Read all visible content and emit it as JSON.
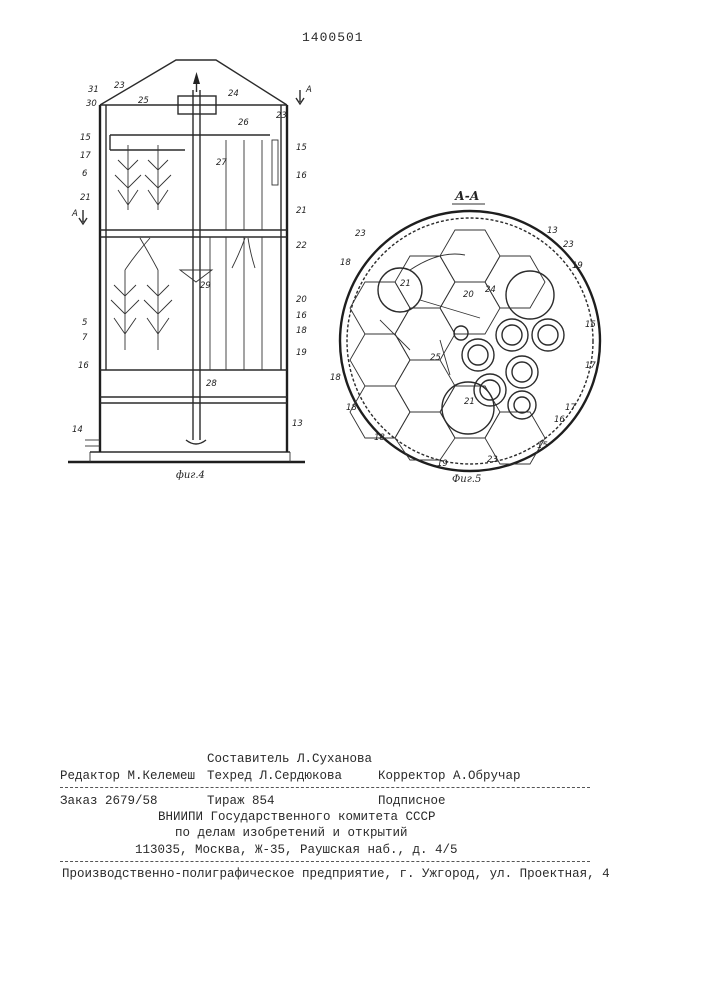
{
  "document": {
    "number": "1400501"
  },
  "figure4": {
    "caption": "фиг.4",
    "section_mark": "А",
    "labels": [
      "31",
      "23",
      "30",
      "25",
      "24",
      "15",
      "17",
      "6",
      "21",
      "5",
      "7",
      "16",
      "14",
      "29",
      "26",
      "27",
      "22",
      "20",
      "18",
      "19",
      "28",
      "13"
    ]
  },
  "figure5": {
    "section_title": "А-А",
    "caption": "Фиг.5",
    "labels": [
      "23",
      "13",
      "23",
      "19",
      "18",
      "21",
      "20",
      "24",
      "15",
      "17",
      "25",
      "18",
      "21",
      "17",
      "16",
      "15",
      "18",
      "18",
      "23",
      "19"
    ]
  },
  "colophon": {
    "composer": "Составитель Л.Суханова",
    "editor": "Редактор М.Келемеш",
    "techred": "Техред Л.Сердюкова",
    "corrector": "Корректор А.Обручар",
    "order": "Заказ 2679/58",
    "circulation": "Тираж 854",
    "subscription": "Подписное",
    "institute": "ВНИИПИ Государственного комитета СССР",
    "committee": "по делам изобретений и открытий",
    "address": "113035, Москва, Ж-35, Раушская наб., д. 4/5",
    "printer": "Производственно-полиграфическое предприятие, г. Ужгород, ул. Проектная, 4"
  }
}
